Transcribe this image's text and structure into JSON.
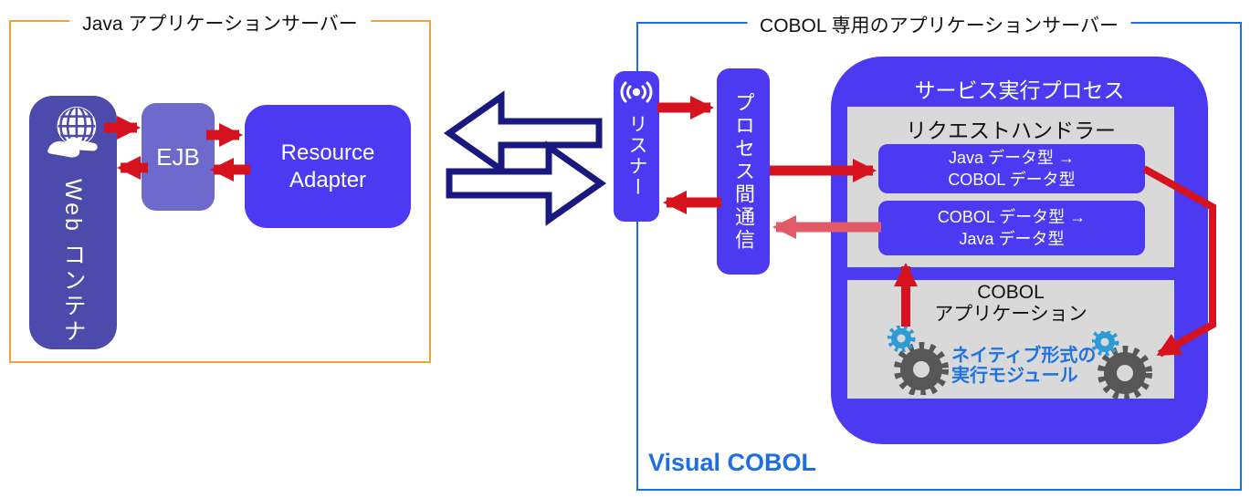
{
  "titles": {
    "java_server": "Java アプリケーションサーバー",
    "cobol_server": "COBOL 専用のアプリケーションサーバー"
  },
  "java_group": {
    "web_container_label": "Web コンテナ",
    "ejb_label": "EJB",
    "resource_adapter_line1": "Resource",
    "resource_adapter_line2": "Adapter"
  },
  "middle": {
    "listener_label": "リスナー",
    "ipc_label": "プロセス間通信"
  },
  "cobol_group": {
    "service_process_title": "サービス実行プロセス",
    "request_handler_title": "リクエストハンドラー",
    "java_to_cobol_line1": "Java データ型 →",
    "java_to_cobol_line2": "COBOL データ型",
    "cobol_to_java_line1": "COBOL データ型 →",
    "cobol_to_java_line2": "Java データ型",
    "cobol_app_line1": "COBOL",
    "cobol_app_line2": "アプリケーション",
    "native_module_line1": "ネイティブ形式の",
    "native_module_line2": "実行モジュール",
    "brand_label": "Visual COBOL"
  },
  "icons": {
    "web_container": "globe-in-hand-icon",
    "listener": "broadcast-signal-icon",
    "native_module": "gear-icon"
  },
  "colors": {
    "java_group_border": "#F2A232",
    "cobol_group_border": "#1E6EE0",
    "web_container_fill": "#4C4BAB",
    "ejb_fill": "#6D69CD",
    "bright_purple_fill": "#4B3AF2",
    "gray_panel_fill": "#D9D9D9",
    "arrow_red": "#D5121E",
    "arrow_pink": "#E25A68",
    "double_arrow_navy": "#18187E",
    "native_label_blue": "#1E73E0",
    "gear_dark": "#575757",
    "gear_blue": "#2E9BD6"
  }
}
